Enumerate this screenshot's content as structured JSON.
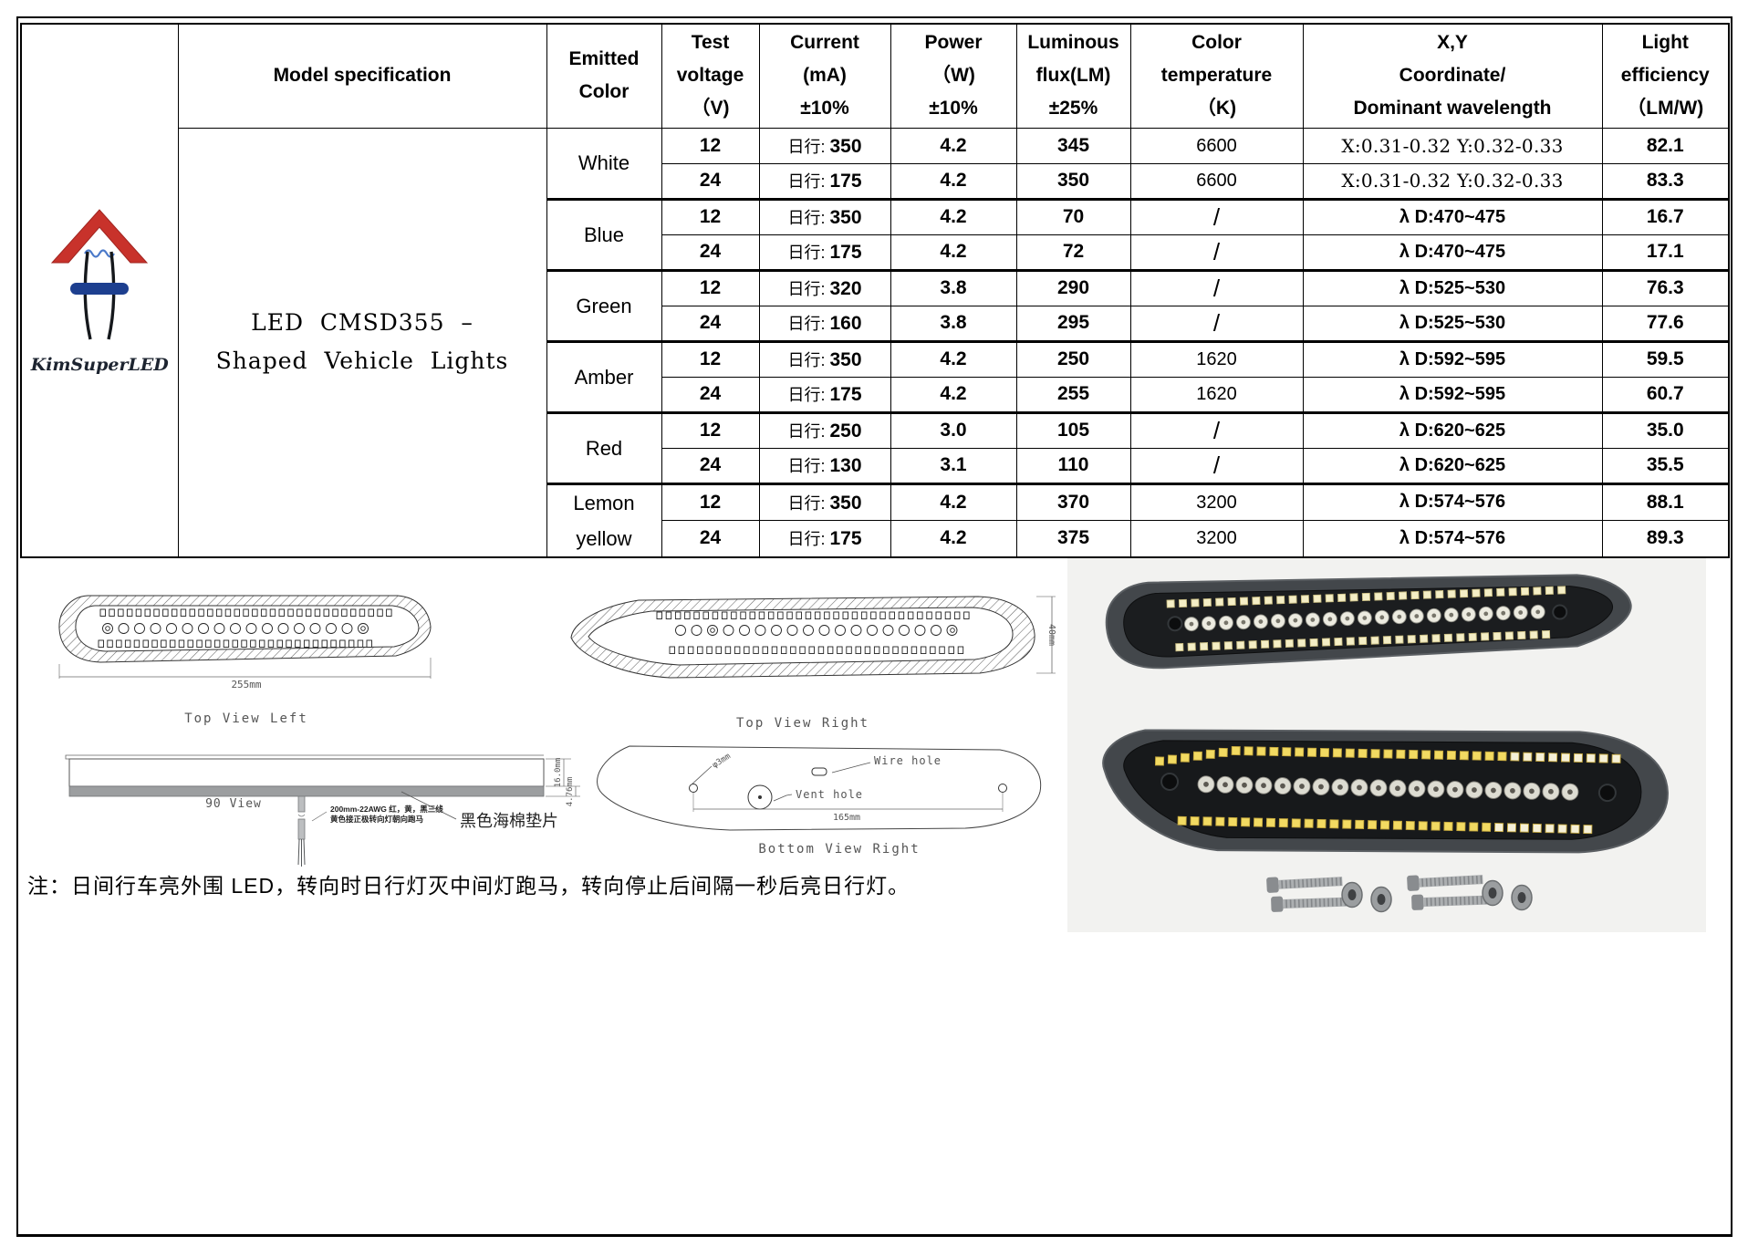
{
  "brand": {
    "name": "KimSuperLED"
  },
  "table": {
    "header": {
      "model": "Model specification",
      "emitted": [
        "Emitted",
        "Color"
      ],
      "voltage": [
        "Test",
        "voltage",
        "（V)"
      ],
      "current": [
        "Current",
        "(mA)",
        "±10%"
      ],
      "power": [
        "Power",
        "（W)",
        "±10%"
      ],
      "flux": [
        "Luminous",
        "flux(LM)",
        "±25%"
      ],
      "temp": [
        "Color",
        "temperature",
        "（K)"
      ],
      "coord": [
        "X,Y",
        "Coordinate/",
        "Dominant wavelength"
      ],
      "eff": [
        "Light",
        "efficiency",
        "（LM/W)"
      ]
    },
    "model_lines": [
      "LED  CMSD355  –",
      "Shaped  Vehicle  Lights"
    ],
    "groups": [
      {
        "label": "White",
        "label2": "",
        "rows": [
          {
            "voltage": "12",
            "current_prefix": "日行:",
            "current_value": "350",
            "power": "4.2",
            "flux": "345",
            "temp": "6600",
            "coord": "X:0.31-0.32 Y:0.32-0.33",
            "eff": "82.1"
          },
          {
            "voltage": "24",
            "current_prefix": "日行:",
            "current_value": "175",
            "power": "4.2",
            "flux": "350",
            "temp": "6600",
            "coord": "X:0.31-0.32 Y:0.32-0.33",
            "eff": "83.3"
          }
        ]
      },
      {
        "label": "Blue",
        "label2": "",
        "rows": [
          {
            "voltage": "12",
            "current_prefix": "日行:",
            "current_value": "350",
            "power": "4.2",
            "flux": "70",
            "temp": "/",
            "coord": "λ D:470~475",
            "eff": "16.7"
          },
          {
            "voltage": "24",
            "current_prefix": "日行:",
            "current_value": "175",
            "power": "4.2",
            "flux": "72",
            "temp": "/",
            "coord": "λ D:470~475",
            "eff": "17.1"
          }
        ]
      },
      {
        "label": "Green",
        "label2": "",
        "rows": [
          {
            "voltage": "12",
            "current_prefix": "日行:",
            "current_value": "320",
            "power": "3.8",
            "flux": "290",
            "temp": "/",
            "coord": "λ D:525~530",
            "eff": "76.3"
          },
          {
            "voltage": "24",
            "current_prefix": "日行:",
            "current_value": "160",
            "power": "3.8",
            "flux": "295",
            "temp": "/",
            "coord": "λ D:525~530",
            "eff": "77.6"
          }
        ]
      },
      {
        "label": "Amber",
        "label2": "",
        "rows": [
          {
            "voltage": "12",
            "current_prefix": "日行:",
            "current_value": "350",
            "power": "4.2",
            "flux": "250",
            "temp": "1620",
            "coord": "λ D:592~595",
            "eff": "59.5"
          },
          {
            "voltage": "24",
            "current_prefix": "日行:",
            "current_value": "175",
            "power": "4.2",
            "flux": "255",
            "temp": "1620",
            "coord": "λ D:592~595",
            "eff": "60.7"
          }
        ]
      },
      {
        "label": "Red",
        "label2": "",
        "rows": [
          {
            "voltage": "12",
            "current_prefix": "日行:",
            "current_value": "250",
            "power": "3.0",
            "flux": "105",
            "temp": "/",
            "coord": "λ D:620~625",
            "eff": "35.0"
          },
          {
            "voltage": "24",
            "current_prefix": "日行:",
            "current_value": "130",
            "power": "3.1",
            "flux": "110",
            "temp": "/",
            "coord": "λ D:620~625",
            "eff": "35.5"
          }
        ]
      },
      {
        "label": "Lemon",
        "label2": "yellow",
        "rows": [
          {
            "voltage": "12",
            "current_prefix": "日行:",
            "current_value": "350",
            "power": "4.2",
            "flux": "370",
            "temp": "3200",
            "coord": "λ D:574~576",
            "eff": "88.1"
          },
          {
            "voltage": "24",
            "current_prefix": "日行:",
            "current_value": "175",
            "power": "4.2",
            "flux": "375",
            "temp": "3200",
            "coord": "λ D:574~576",
            "eff": "89.3"
          }
        ]
      }
    ]
  },
  "drawings": {
    "top_view_left": {
      "caption": "Top View  Left",
      "dim": "255mm"
    },
    "top_view_right": {
      "caption": "Top View  Right",
      "dim": "40mm"
    },
    "view_90": {
      "caption": "90 View",
      "pad_label": "黑色海棉垫片",
      "wire_note_1": "200mm-22AWG 红，黄，黑三线",
      "wire_note_2": "黄色接正极转向灯朝向跑马",
      "dim_body": "16.0mm",
      "dim_pad": "4.76mm"
    },
    "bottom_view_right": {
      "caption": "Bottom View  Right",
      "wire_hole": "Wire hole",
      "vent_hole": "Vent hole",
      "dia": "φ3mm",
      "dim": "165mm"
    }
  },
  "note": {
    "text": "注：日间行车亮外围 LED，转向时日行灯灭中间灯跑马，转向停止后间隔一秒后亮日行灯。"
  }
}
